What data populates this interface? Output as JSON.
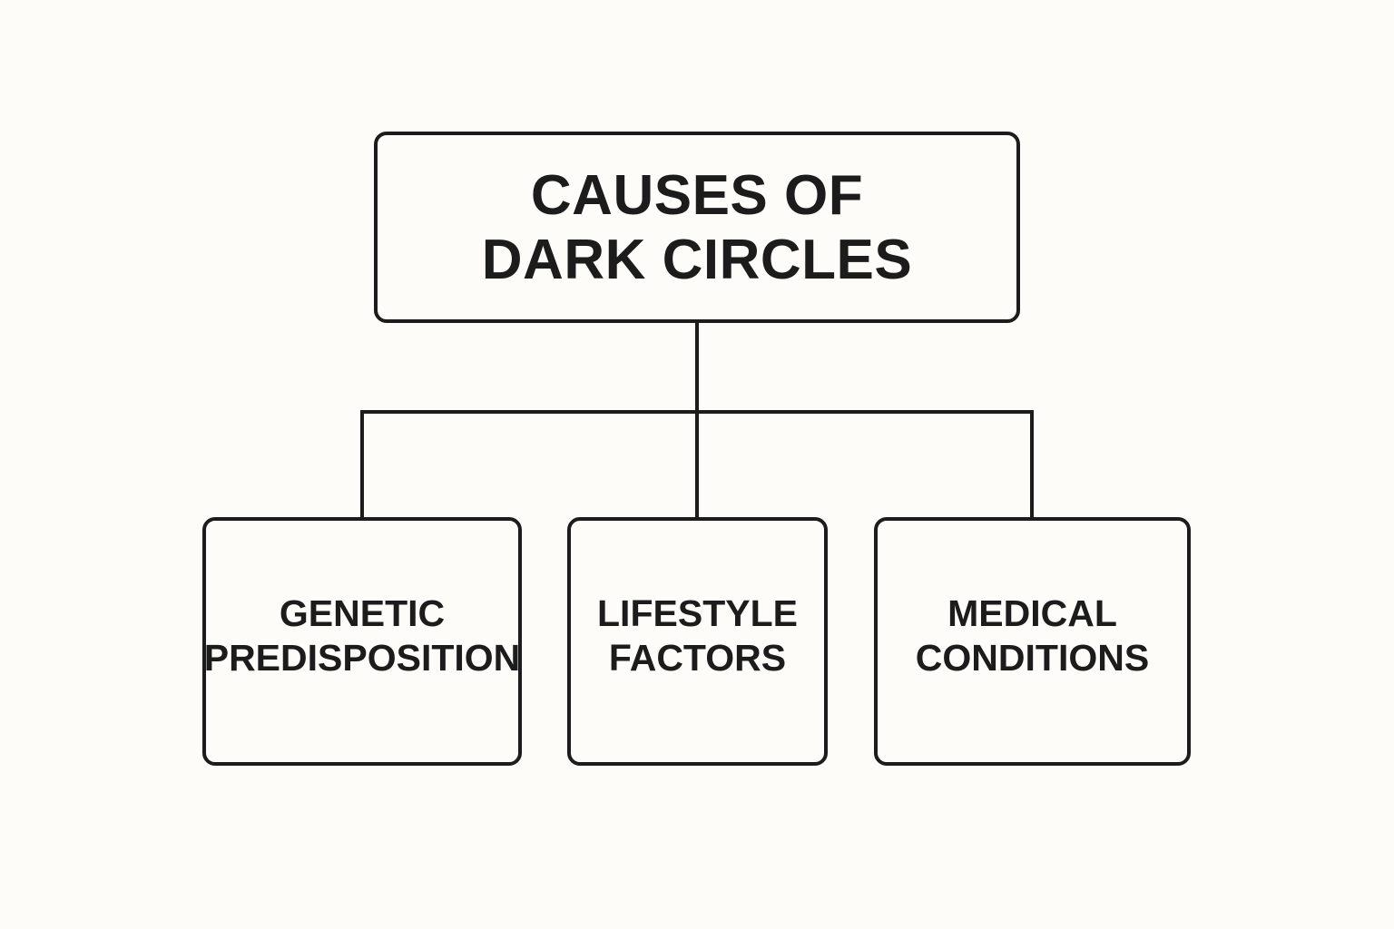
{
  "root": {
    "line1": "CAUSES OF",
    "line2": "DARK CIRCLES"
  },
  "children": [
    {
      "line1": "GENETIC",
      "line2": "PREDISPOSITION"
    },
    {
      "line1": "LIFESTYLE",
      "line2": "FACTORS"
    },
    {
      "line1": "MEDICAL",
      "line2": "CONDITIONS"
    }
  ],
  "colors": {
    "background": "#fdfcf8",
    "stroke": "#1c1c1c"
  }
}
